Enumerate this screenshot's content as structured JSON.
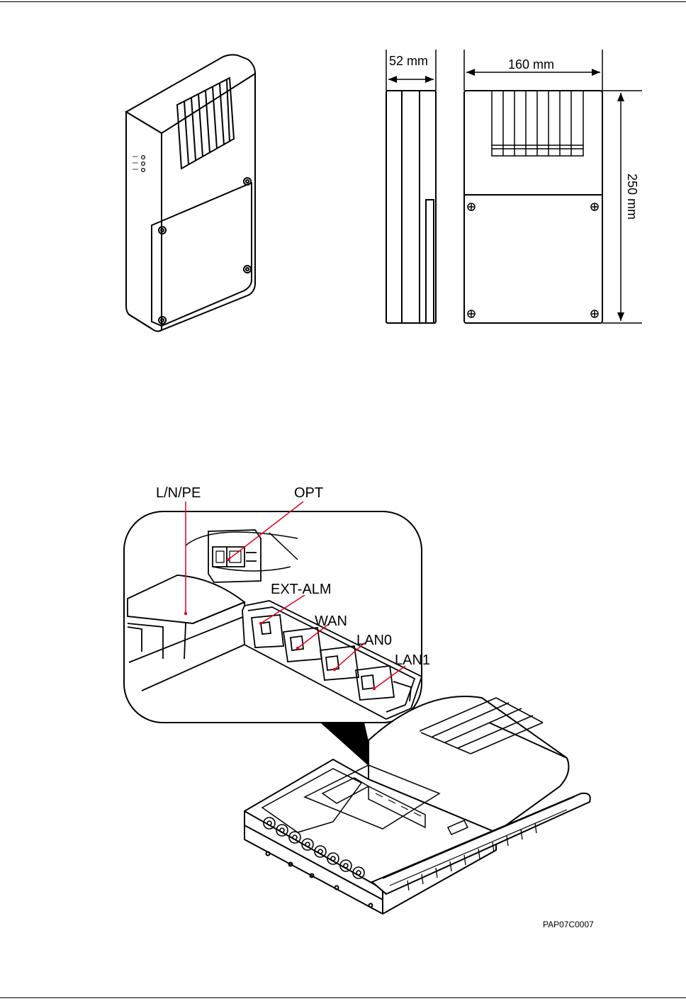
{
  "dimensions": {
    "depth": "52 mm",
    "width": "160 mm",
    "height": "250 mm"
  },
  "port_labels": {
    "power": "L/N/PE",
    "optical": "OPT",
    "alarm": "EXT-ALM",
    "wan": "WAN",
    "lan0": "LAN0",
    "lan1": "LAN1"
  },
  "figure_code": "PAP07C0007",
  "colors": {
    "callout_line": "#e0001b",
    "line": "#000000"
  }
}
